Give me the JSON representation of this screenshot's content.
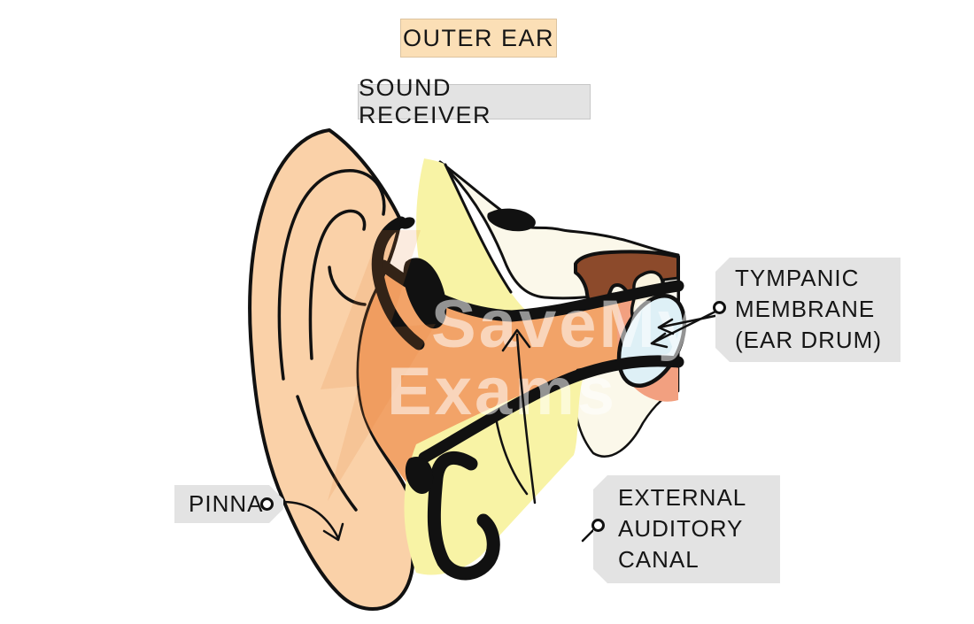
{
  "header": {
    "outer_ear_label": "OUTER EAR",
    "sound_receiver_label": "SOUND RECEIVER"
  },
  "tags": {
    "tympanic": {
      "lines": [
        "TYMPANIC",
        "MEMBRANE",
        "(EAR DRUM)"
      ]
    },
    "external": {
      "lines": [
        "EXTERNAL",
        "AUDITORY",
        "CANAL"
      ]
    },
    "pinna": {
      "lines": [
        "PINNA"
      ]
    }
  },
  "watermark": {
    "line1": "SaveMy",
    "line2": "Exams"
  },
  "colors": {
    "peach": "#FAD1A8",
    "canal": "#F2A368",
    "yellow": "#F8F3A5",
    "cream": "#FBF8EA",
    "blue": "#DEF0F6",
    "brown": "#8C4A2B",
    "salmon": "#F2A080",
    "ossicle": "#FAF3DE",
    "tag": "#E3E3E3",
    "box": "#FBDFB6",
    "ink": "#111111"
  }
}
